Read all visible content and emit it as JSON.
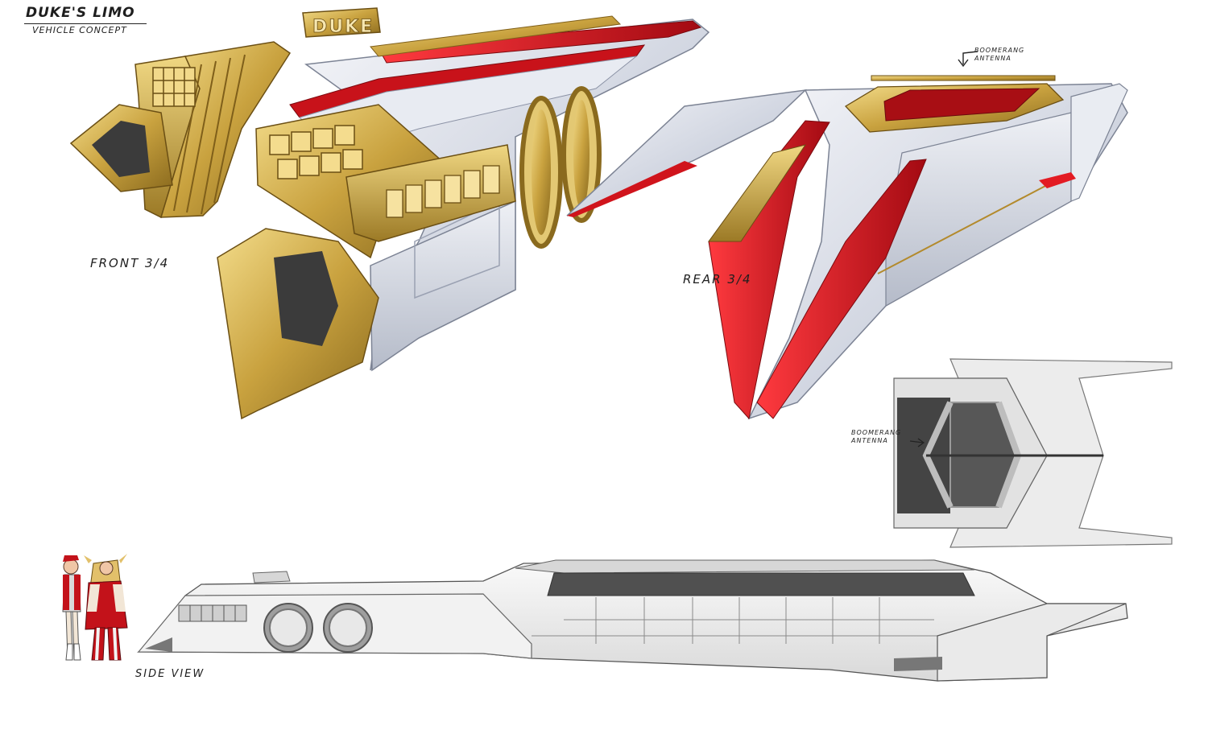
{
  "sheet": {
    "title": "DUKE'S LIMO",
    "subtitle": "VEHICLE CONCEPT",
    "badge": "DUKE",
    "views": {
      "front": "FRONT 3/4",
      "rear": "REAR 3/4",
      "side": "SIDE VIEW"
    },
    "callouts": {
      "rear_line1": "BOOMERANG",
      "rear_line2": "ANTENNA",
      "top_line1": "BOOMERANG",
      "top_line2": "ANTENNA"
    }
  },
  "colors": {
    "gold": "#c9a23f",
    "gold_light": "#e9cf7a",
    "gold_dark": "#7f5f1a",
    "silver": "#c9cfdc",
    "silver_light": "#eef0f6",
    "silver_dark": "#8c93a6",
    "red": "#d0141c",
    "red_dark": "#7a0a0f",
    "glass": "#3f3f3f"
  },
  "icons": [
    "arrow-down-icon",
    "arrow-right-icon"
  ]
}
